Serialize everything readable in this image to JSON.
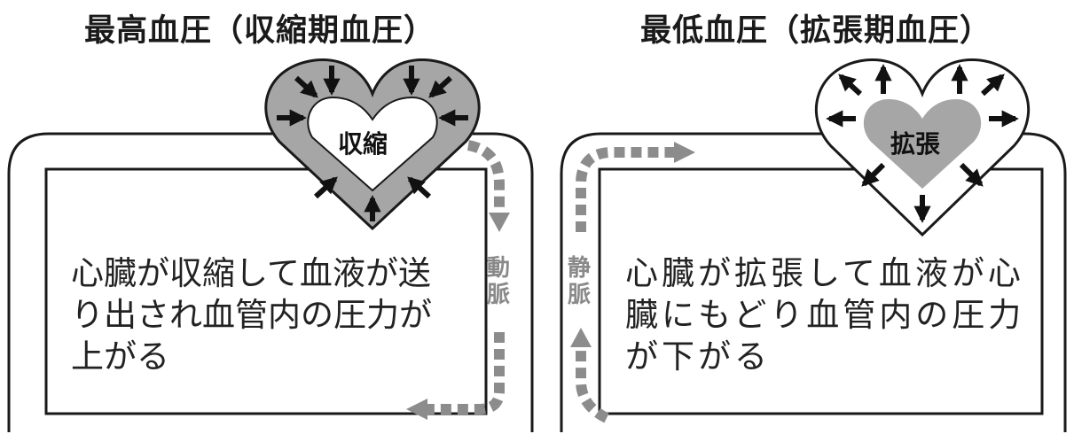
{
  "titles": {
    "systolic": "最高血圧（収縮期血圧）",
    "diastolic": "最低血圧（拡張期血圧）"
  },
  "heart_labels": {
    "contract": "収縮",
    "expand": "拡張"
  },
  "descriptions": {
    "systolic": "心臓が収縮して血液が送り出され血管内の圧力が上がる",
    "diastolic": "心臓が拡張して血液が心臓にもどり血管内の圧力が下がる"
  },
  "vessels": {
    "artery": "動脈",
    "vein": "静脈"
  },
  "colors": {
    "outline": "#1a1a1a",
    "heart_gray": "#a6a6a6",
    "flow_arrow": "#8c8c8c",
    "pressure_arrow": "#111111"
  }
}
